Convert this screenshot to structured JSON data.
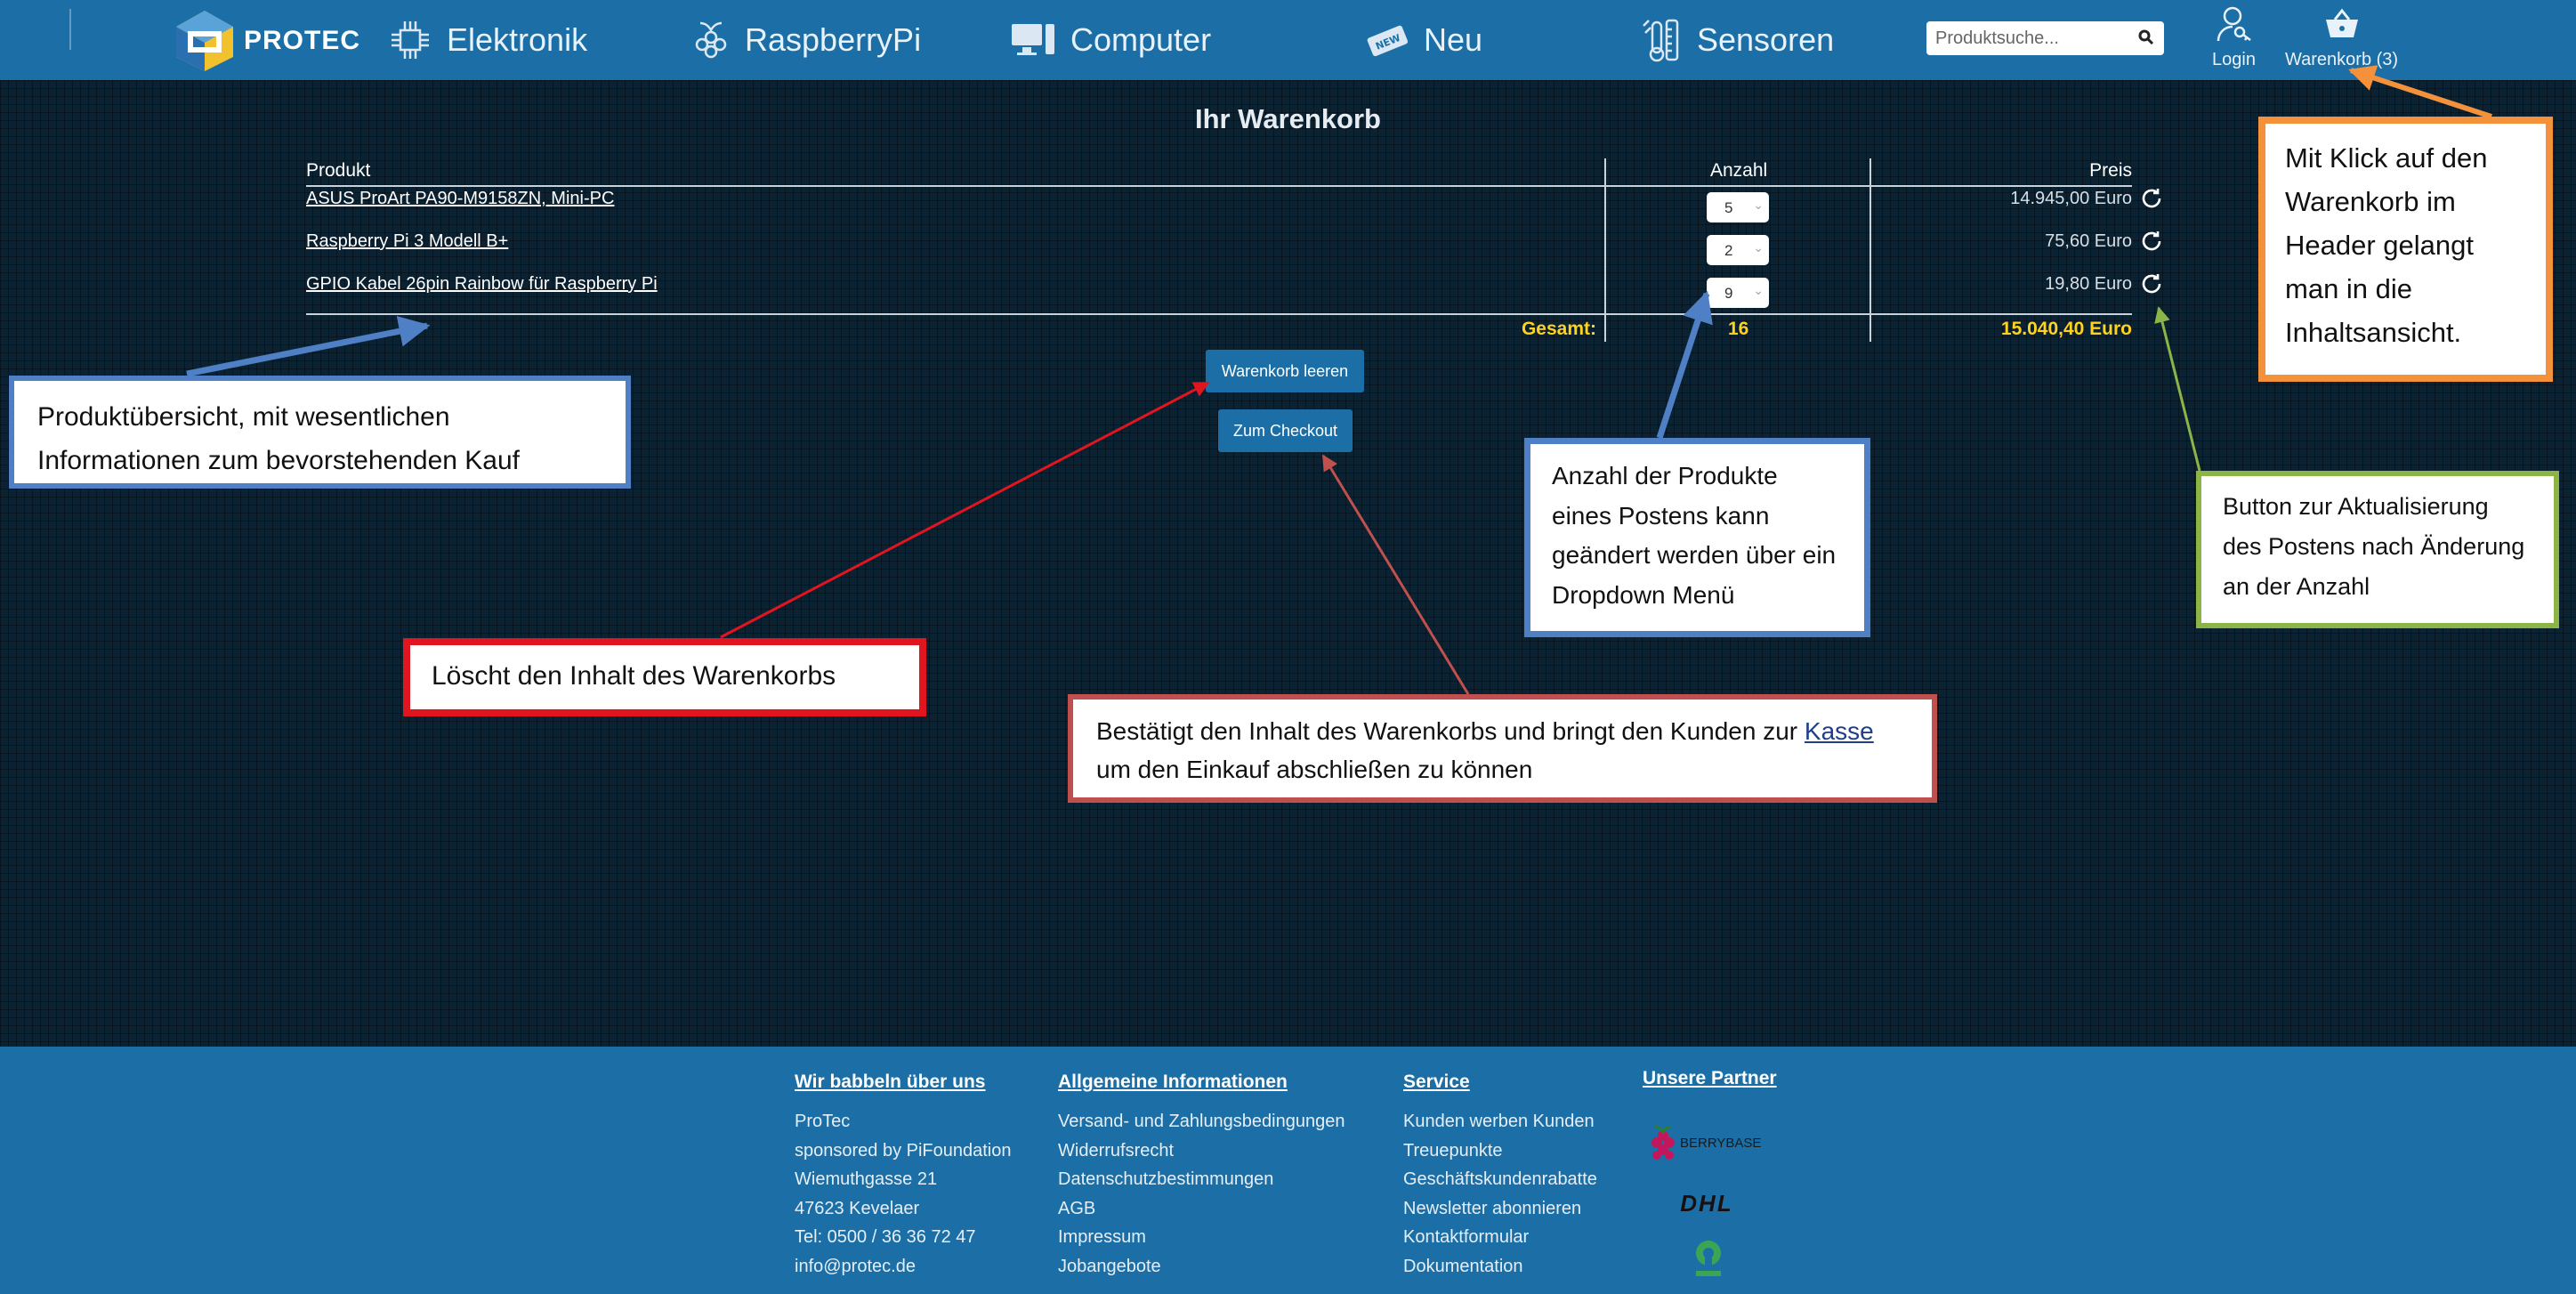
{
  "header": {
    "brand": "PROTEC",
    "nav": [
      {
        "label": "Elektronik",
        "icon": "circuit-icon"
      },
      {
        "label": "RaspberryPi",
        "icon": "raspberry-icon"
      },
      {
        "label": "Computer",
        "icon": "computer-icon"
      },
      {
        "label": "Neu",
        "icon": "new-tag-icon"
      },
      {
        "label": "Sensoren",
        "icon": "sensor-icon"
      }
    ],
    "search": {
      "placeholder": "Produktsuche..."
    },
    "login_label": "Login",
    "cart_label": "Warenkorb (3)"
  },
  "cart": {
    "title": "Ihr Warenkorb",
    "columns": {
      "product": "Produkt",
      "quantity": "Anzahl",
      "price": "Preis"
    },
    "items": [
      {
        "name": "ASUS ProArt PA90-M9158ZN, Mini-PC",
        "qty": "5",
        "price": "14.945,00 Euro"
      },
      {
        "name": "Raspberry Pi 3 Modell B+",
        "qty": "2",
        "price": "75,60 Euro"
      },
      {
        "name": "GPIO Kabel 26pin Rainbow für Raspberry Pi",
        "qty": "9",
        "price": "19,80 Euro"
      }
    ],
    "total_label": "Gesamt:",
    "total_qty": "16",
    "total_price": "15.040,40 Euro",
    "clear_button": "Warenkorb leeren",
    "checkout_button": "Zum Checkout"
  },
  "annotations": {
    "overview": "Produktübersicht, mit wesentlichen Informationen zum bevorstehenden Kauf",
    "clear": "Löscht den Inhalt des Warenkorbs",
    "checkout_prefix": "Bestätigt den Inhalt des Warenkorbs und bringt den Kunden zur ",
    "checkout_link": "Kasse",
    "checkout_suffix": "um den Einkauf abschließen zu können",
    "quantity": "Anzahl der Produkte eines Postens kann geändert werden über ein Dropdown Menü",
    "refresh": "Button zur Aktualisierung des Postens nach Änderung an der Anzahl",
    "header_cart": "Mit Klick auf den Warenkorb im Header gelangt man in die Inhaltsansicht."
  },
  "annotation_colors": {
    "blue": "#4f7fc4",
    "red": "#e0151f",
    "dark_red": "#c0504d",
    "green": "#8db446",
    "orange": "#f4923c"
  },
  "footer": {
    "about": {
      "heading": "Wir babbeln über uns",
      "lines": [
        "ProTec",
        "sponsored by PiFoundation",
        "Wiemuthgasse 21",
        "47623 Kevelaer",
        "Tel: 0500 / 36 36 72 47",
        "info@protec.de"
      ]
    },
    "info": {
      "heading": "Allgemeine Informationen",
      "links": [
        "Versand- und Zahlungsbedingungen",
        "Widerrufsrecht",
        "Datenschutzbestimmungen",
        "AGB",
        "Impressum",
        "Jobangebote"
      ]
    },
    "service": {
      "heading": "Service",
      "links": [
        "Kunden werben Kunden",
        "Treuepunkte",
        "Geschäftskundenrabatte",
        "Newsletter abonnieren",
        "Kontaktformular",
        "Dokumentation"
      ]
    },
    "partners": {
      "heading": "Unsere Partner",
      "names": [
        "BERRYBASE",
        "DHL"
      ]
    }
  }
}
